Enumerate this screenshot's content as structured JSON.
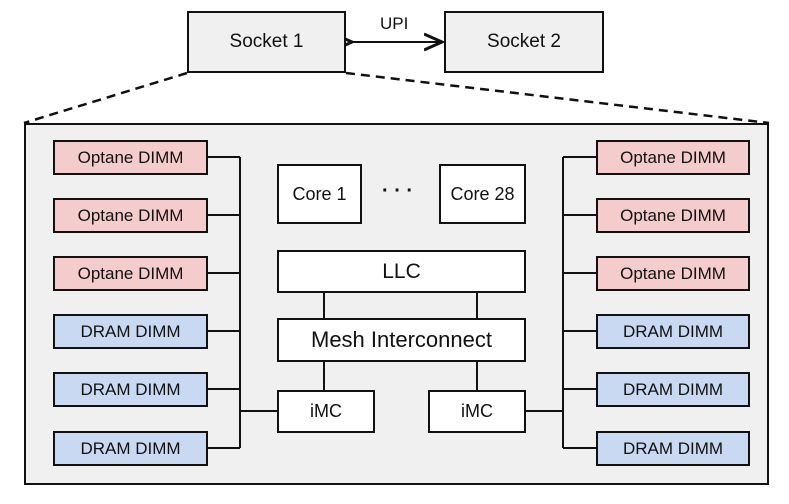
{
  "sockets": [
    {
      "label": "Socket 1"
    },
    {
      "label": "Socket 2"
    }
  ],
  "link_label": "UPI",
  "cores": {
    "first": "Core 1",
    "ellipsis": "· · ·",
    "last": "Core 28"
  },
  "llc": "LLC",
  "mesh": "Mesh Interconnect",
  "imc": [
    "iMC",
    "iMC"
  ],
  "left_dimms": [
    {
      "label": "Optane DIMM",
      "type": "optane"
    },
    {
      "label": "Optane DIMM",
      "type": "optane"
    },
    {
      "label": "Optane DIMM",
      "type": "optane"
    },
    {
      "label": "DRAM DIMM",
      "type": "dram"
    },
    {
      "label": "DRAM DIMM",
      "type": "dram"
    },
    {
      "label": "DRAM DIMM",
      "type": "dram"
    }
  ],
  "right_dimms": [
    {
      "label": "Optane DIMM",
      "type": "optane"
    },
    {
      "label": "Optane DIMM",
      "type": "optane"
    },
    {
      "label": "Optane DIMM",
      "type": "optane"
    },
    {
      "label": "DRAM DIMM",
      "type": "dram"
    },
    {
      "label": "DRAM DIMM",
      "type": "dram"
    },
    {
      "label": "DRAM DIMM",
      "type": "dram"
    }
  ],
  "colors": {
    "optane": "#f5cccc",
    "dram": "#c9d9f2",
    "chassis": "#f0f0f0"
  }
}
